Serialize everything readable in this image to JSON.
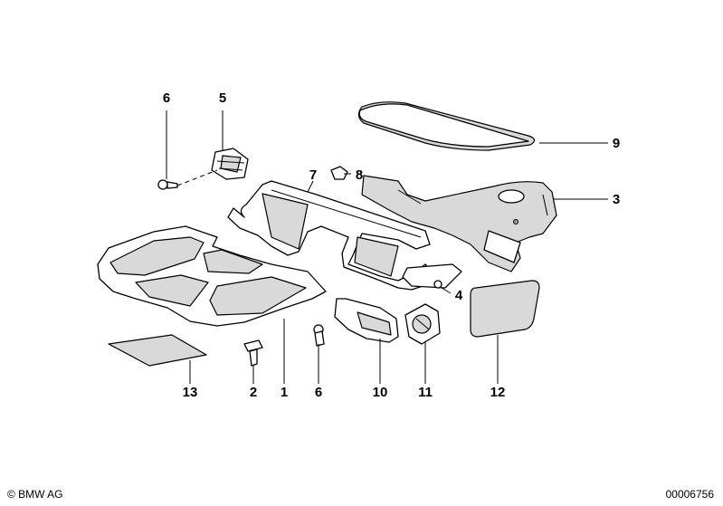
{
  "callouts": {
    "c1": "1",
    "c2": "2",
    "c3": "3",
    "c4": "4",
    "c5": "5",
    "c6a": "6",
    "c6b": "6",
    "c7": "7",
    "c8": "8",
    "c9": "9",
    "c10": "10",
    "c11": "11",
    "c12": "12",
    "c13": "13"
  },
  "footer": {
    "copyright": "© BMW AG",
    "diagram_id": "00006756"
  },
  "colors": {
    "line": "#000000",
    "shade": "#d9d9d9",
    "background": "#ffffff"
  }
}
